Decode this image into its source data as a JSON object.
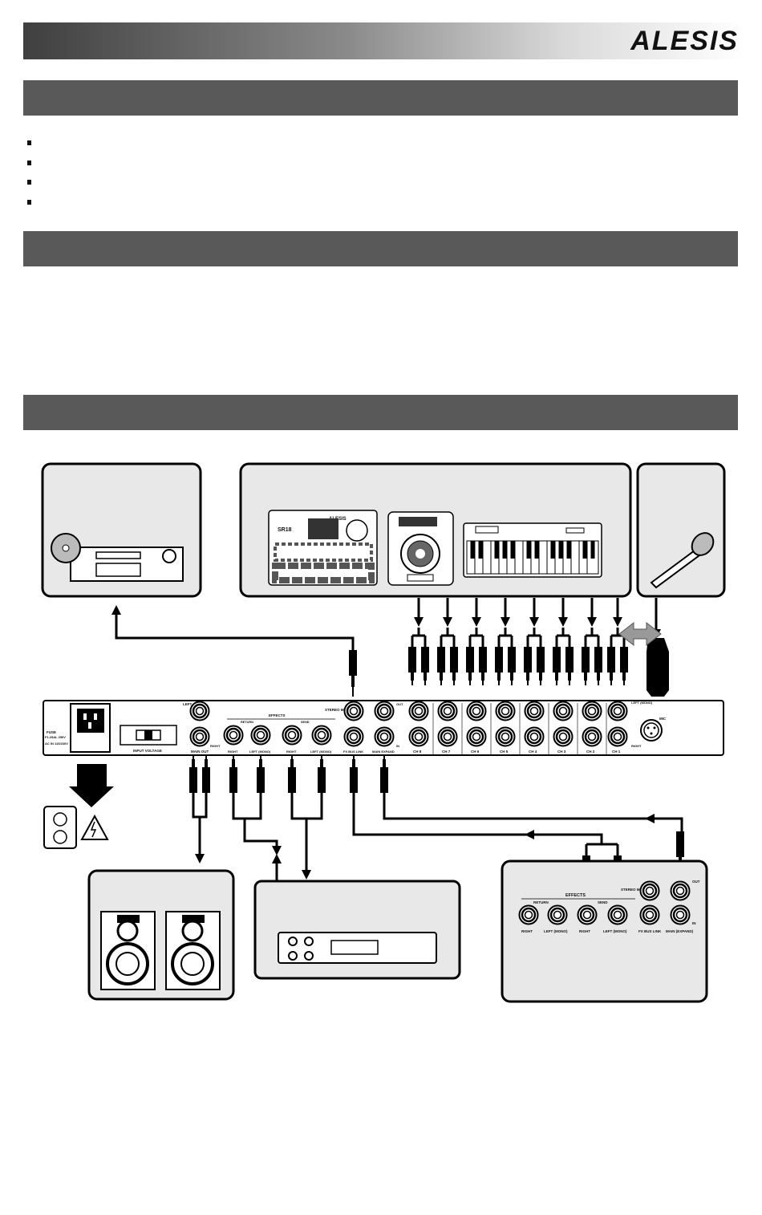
{
  "header": {
    "brand": "ALESIS"
  },
  "sections": [
    {
      "id": "section-1",
      "title": ""
    },
    {
      "id": "section-2",
      "title": ""
    },
    {
      "id": "section-3",
      "title": ""
    }
  ],
  "bullets": [
    "",
    "",
    "",
    ""
  ],
  "mixer": {
    "fuse": "FUSE",
    "fuse_rating": "F1.25AL 250V",
    "voltage": "AC IN 115/230V",
    "input_voltage": "INPUT VOLTAGE",
    "left": "LEFT",
    "right": "RIGHT",
    "main_out": "MAIN OUT",
    "effects": "EFFECTS",
    "return": "RETURN",
    "send": "SEND",
    "right_jack": "RIGHT",
    "left_mono": "LEFT (MONO)",
    "stereo_monitor": "STEREO MONITOR",
    "fx_bus_link": "FX BUS LINK",
    "main_expand": "MAIN EXPAND",
    "out": "OUT",
    "in": "IN",
    "left_mono_top": "LEFT (MONO)",
    "mic": "MIC",
    "channels": [
      "CH 8",
      "CH 7",
      "CH 6",
      "CH 5",
      "CH 4",
      "CH 3",
      "CH 2",
      "CH 1"
    ]
  },
  "devices": {
    "drum_machine_brand": "ALESIS",
    "drum_machine_model": "SR18"
  },
  "expander": {
    "effects": "EFFECTS",
    "return": "RETURN",
    "send": "SEND",
    "right": "RIGHT",
    "left_mono": "LEFT (MONO)",
    "right2": "RIGHT",
    "left_mono2": "LEFT (MONO)",
    "stereo_monitor": "STEREO MONITOR",
    "fx_bus_link": "FX BUS LINK",
    "main_expand": "MAIN (EXPAND)",
    "out": "OUT",
    "in": "IN"
  }
}
